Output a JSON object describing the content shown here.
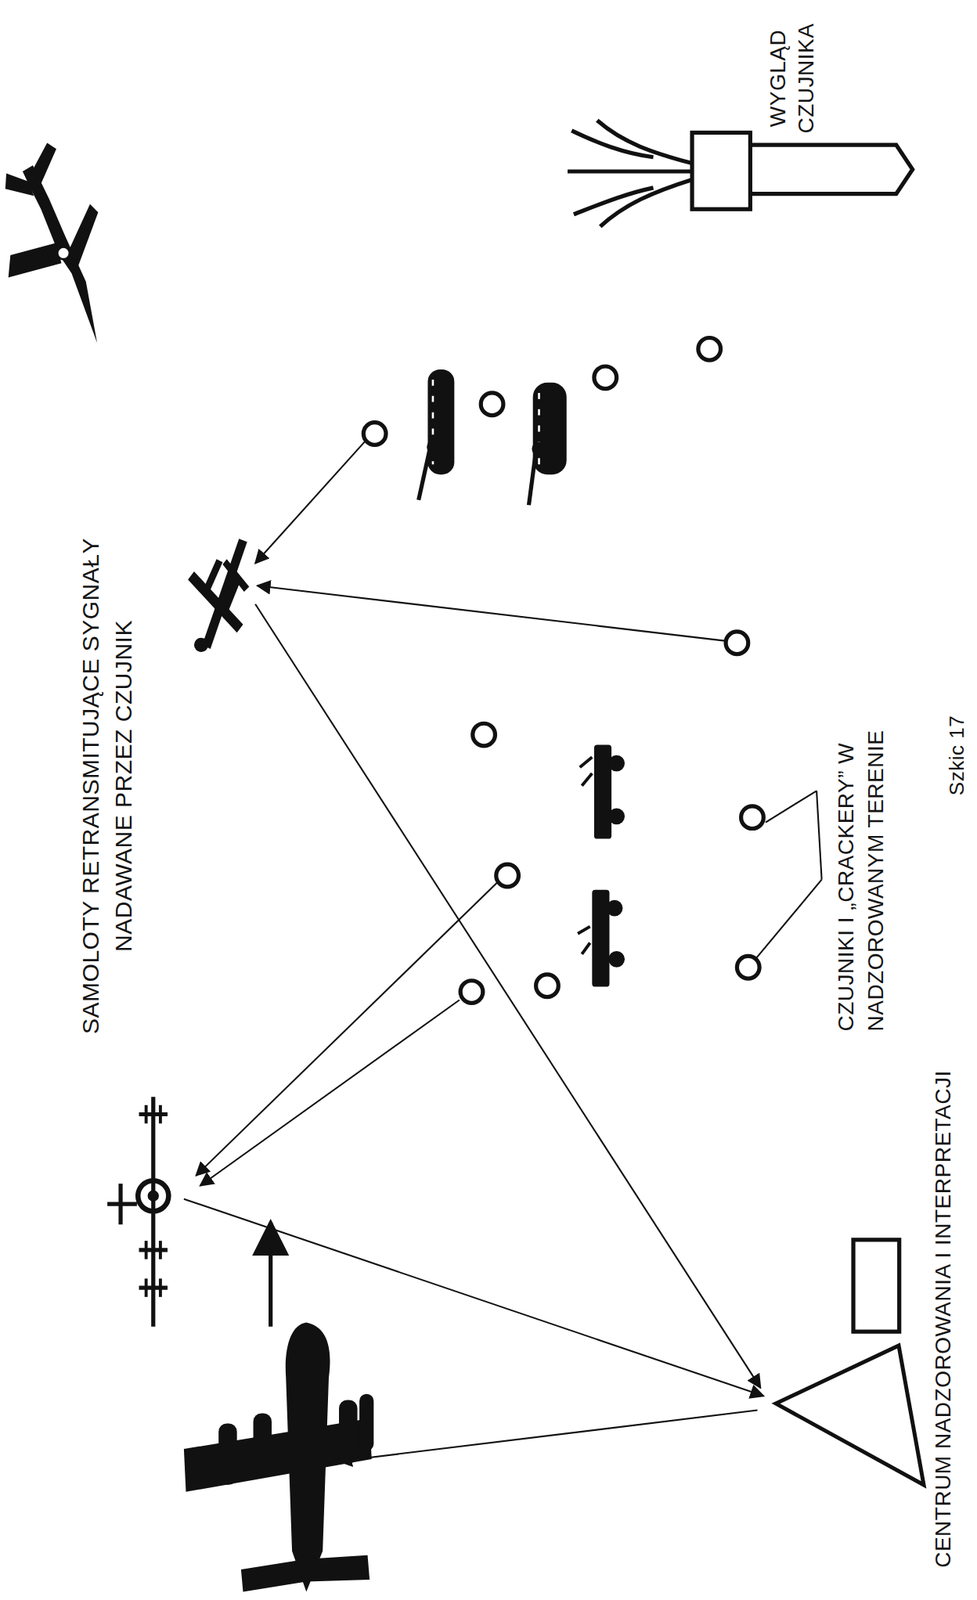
{
  "diagram": {
    "caption": "Szkic 17",
    "nodes": [
      {
        "text": [
          "CENTRUM NADZOROWANIA I INTERPRETACJI"
        ]
      }
    ],
    "labels": [
      "SAMOLOTY RETRANSMITUJĄCE SYGNAŁY NADAWANE PRZEZ CZUJNIK",
      "CZUJNIKI I „CRACKERY” W NADZOROWANYM TERENIE",
      "WYGLĄD CZUJNIKA"
    ]
  }
}
